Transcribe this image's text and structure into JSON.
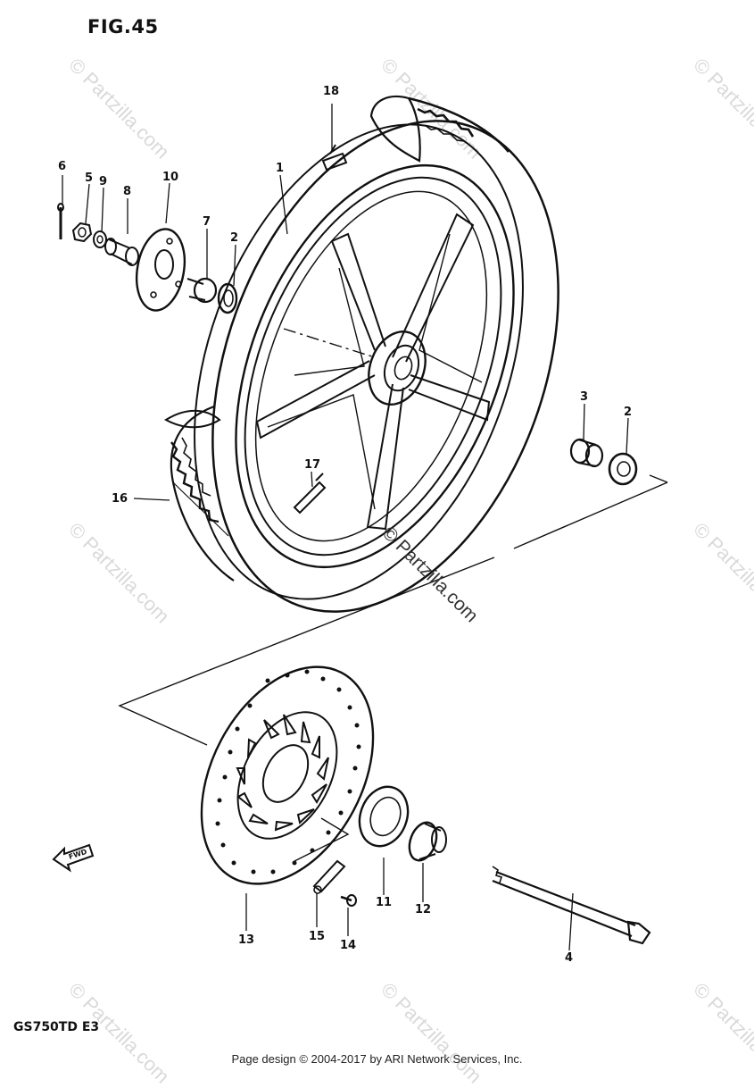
{
  "figure": {
    "title": "FIG.45",
    "model": "GS750TD  E3"
  },
  "fwd_label": "FWD",
  "watermark": "© Partzilla.com",
  "footer": "Page design © 2004-2017 by ARI Network Services, Inc.",
  "callouts": {
    "c1": "1",
    "c2a": "2",
    "c2b": "2",
    "c3": "3",
    "c4": "4",
    "c5": "5",
    "c6": "6",
    "c7": "7",
    "c8": "8",
    "c9": "9",
    "c10": "10",
    "c11": "11",
    "c12": "12",
    "c13": "13",
    "c14": "14",
    "c15": "15",
    "c16": "16",
    "c17": "17",
    "c18": "18"
  }
}
